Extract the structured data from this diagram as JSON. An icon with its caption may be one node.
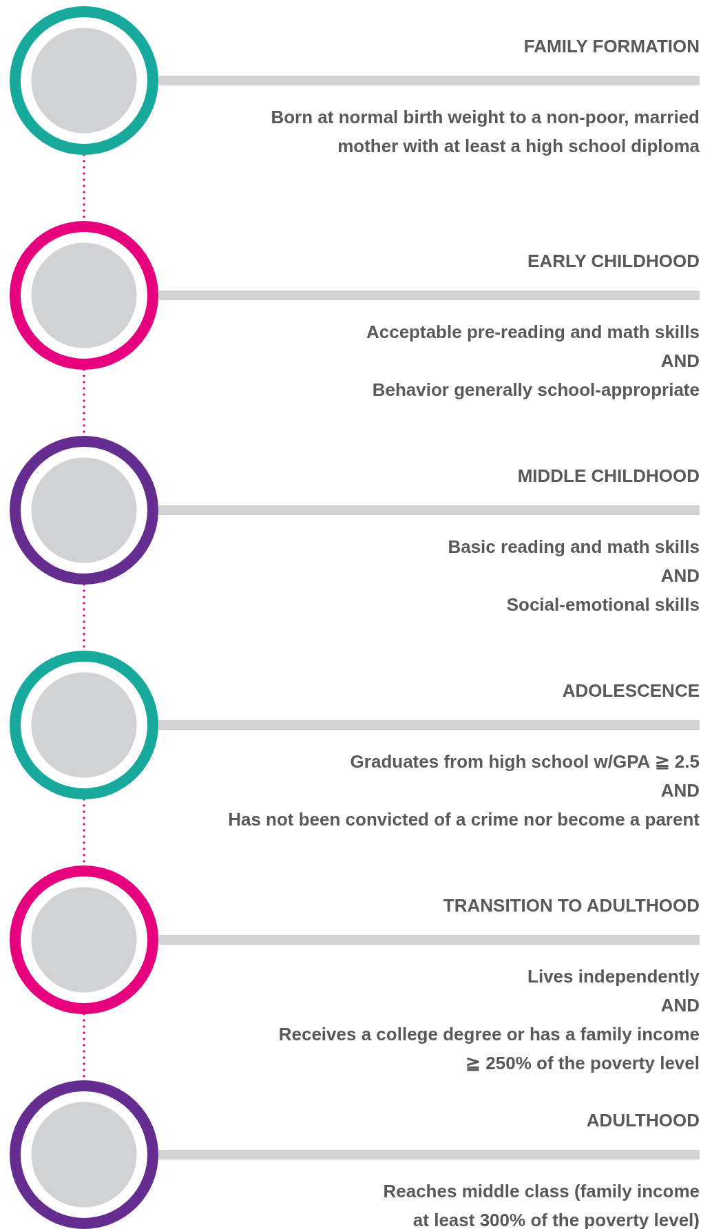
{
  "diagram": {
    "nodes": [
      {
        "text": [],
        "shape": "circle"
      },
      {
        "text": [],
        "shape": "bar",
        "beside": [
          "FAMILY FORMATION",
          "Born at normal birth weight to a non-poor, married mother with at least a high school diploma"
        ]
      },
      {
        "text": [],
        "shape": "circle"
      },
      {
        "text": [],
        "shape": "bar",
        "beside": [
          "EARLY CHILDHOOD",
          "Acceptable pre-reading and math skills",
          "AND",
          "Behavior generally school-appropriate"
        ]
      },
      {
        "text": [],
        "shape": "circle"
      },
      {
        "text": [],
        "shape": "bar",
        "beside": [
          "MIDDLE CHILDHOOD",
          "Basic reading and math skills",
          "AND",
          "Social-emotional skills"
        ]
      },
      {
        "text": [],
        "shape": "circle"
      },
      {
        "text": [],
        "shape": "bar",
        "beside": [
          "ADOLESCENCE",
          "Graduates from high school w/GPA ≧ 2.5",
          "AND",
          "Has not been convicted of a crime nor become a parent"
        ]
      },
      {
        "text": [],
        "shape": "circle"
      },
      {
        "text": [],
        "shape": "bar",
        "beside": [
          "TRANSITION TO ADULTHOOD",
          "Lives independently",
          "AND",
          "Receives a college degree or has a family income ≧ 250% of the poverty level"
        ]
      },
      {
        "text": [],
        "shape": "circle"
      },
      {
        "text": [],
        "shape": "bar",
        "beside": [
          "ADULTHOOD",
          "Reaches middle class (family income at least 300% of the poverty level)"
        ]
      }
    ],
    "edges": [
      {
        "from": 0,
        "to": 2,
        "arrow": "none",
        "style": "dashed"
      },
      {
        "from": 2,
        "to": 4,
        "arrow": "none",
        "style": "dashed"
      },
      {
        "from": 4,
        "to": 6,
        "arrow": "none",
        "style": "dashed"
      },
      {
        "from": 6,
        "to": 8,
        "arrow": "none",
        "style": "dashed"
      },
      {
        "from": 8,
        "to": 10,
        "arrow": "none",
        "style": "dashed"
      }
    ]
  }
}
